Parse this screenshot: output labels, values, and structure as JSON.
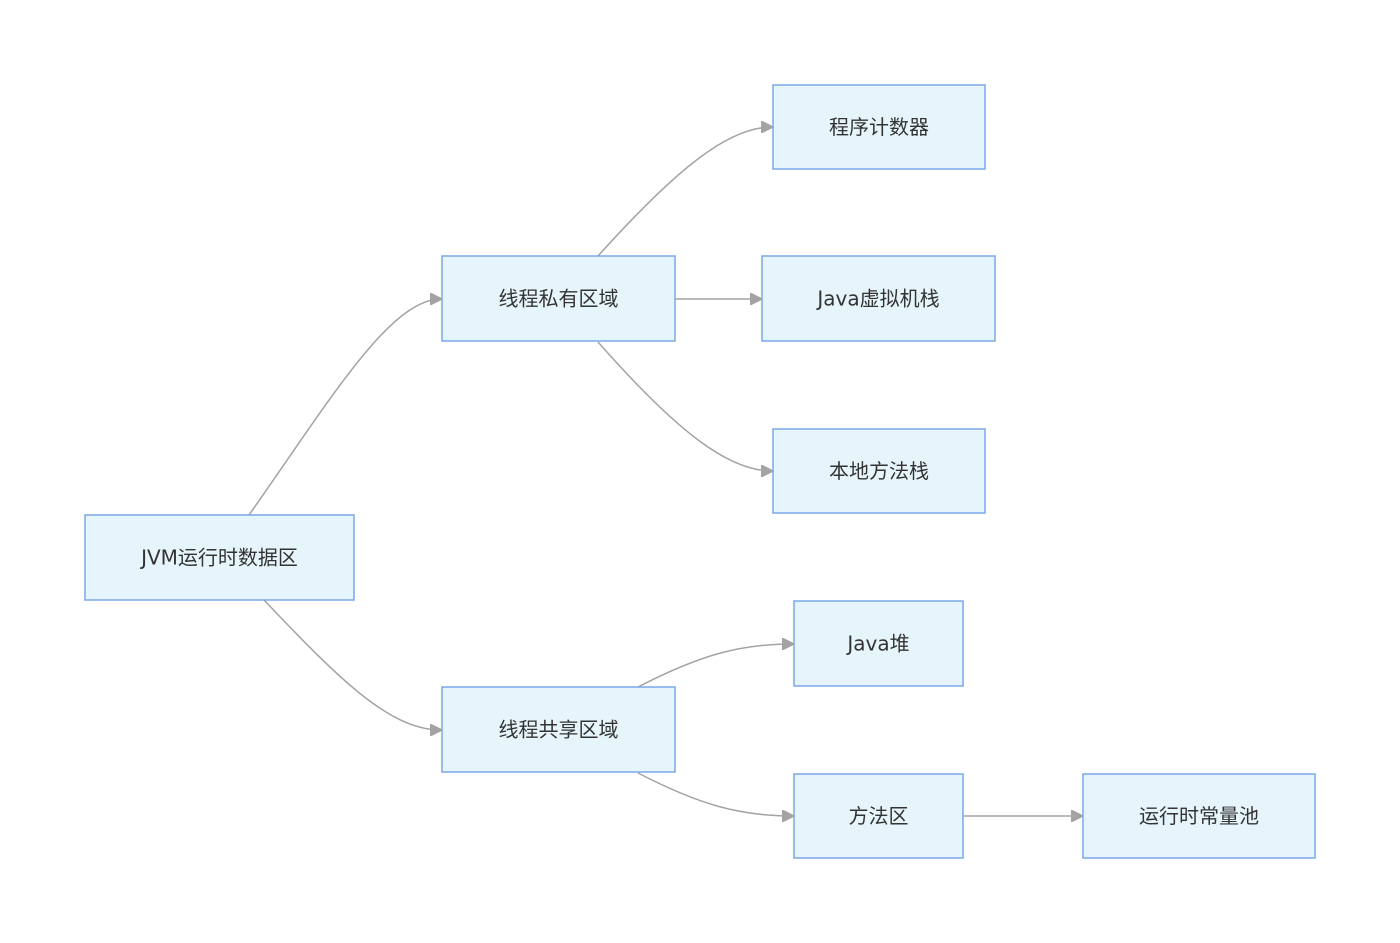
{
  "diagram": {
    "type": "flowchart-left-to-right",
    "colors": {
      "node_fill": "#e6f5fc",
      "node_border": "#7aa8e8",
      "edge": "#a3a3a3",
      "text": "#333333"
    },
    "nodes": {
      "root": "JVM运行时数据区",
      "thread_private": "线程私有区域",
      "thread_shared": "线程共享区域",
      "program_counter": "程序计数器",
      "java_vm_stack": "Java虚拟机栈",
      "native_method_stack": "本地方法栈",
      "java_heap": "Java堆",
      "method_area": "方法区",
      "runtime_constant_pool": "运行时常量池"
    },
    "edges": [
      {
        "from": "root",
        "to": "thread_private"
      },
      {
        "from": "root",
        "to": "thread_shared"
      },
      {
        "from": "thread_private",
        "to": "program_counter"
      },
      {
        "from": "thread_private",
        "to": "java_vm_stack"
      },
      {
        "from": "thread_private",
        "to": "native_method_stack"
      },
      {
        "from": "thread_shared",
        "to": "java_heap"
      },
      {
        "from": "thread_shared",
        "to": "method_area"
      },
      {
        "from": "method_area",
        "to": "runtime_constant_pool"
      }
    ]
  }
}
